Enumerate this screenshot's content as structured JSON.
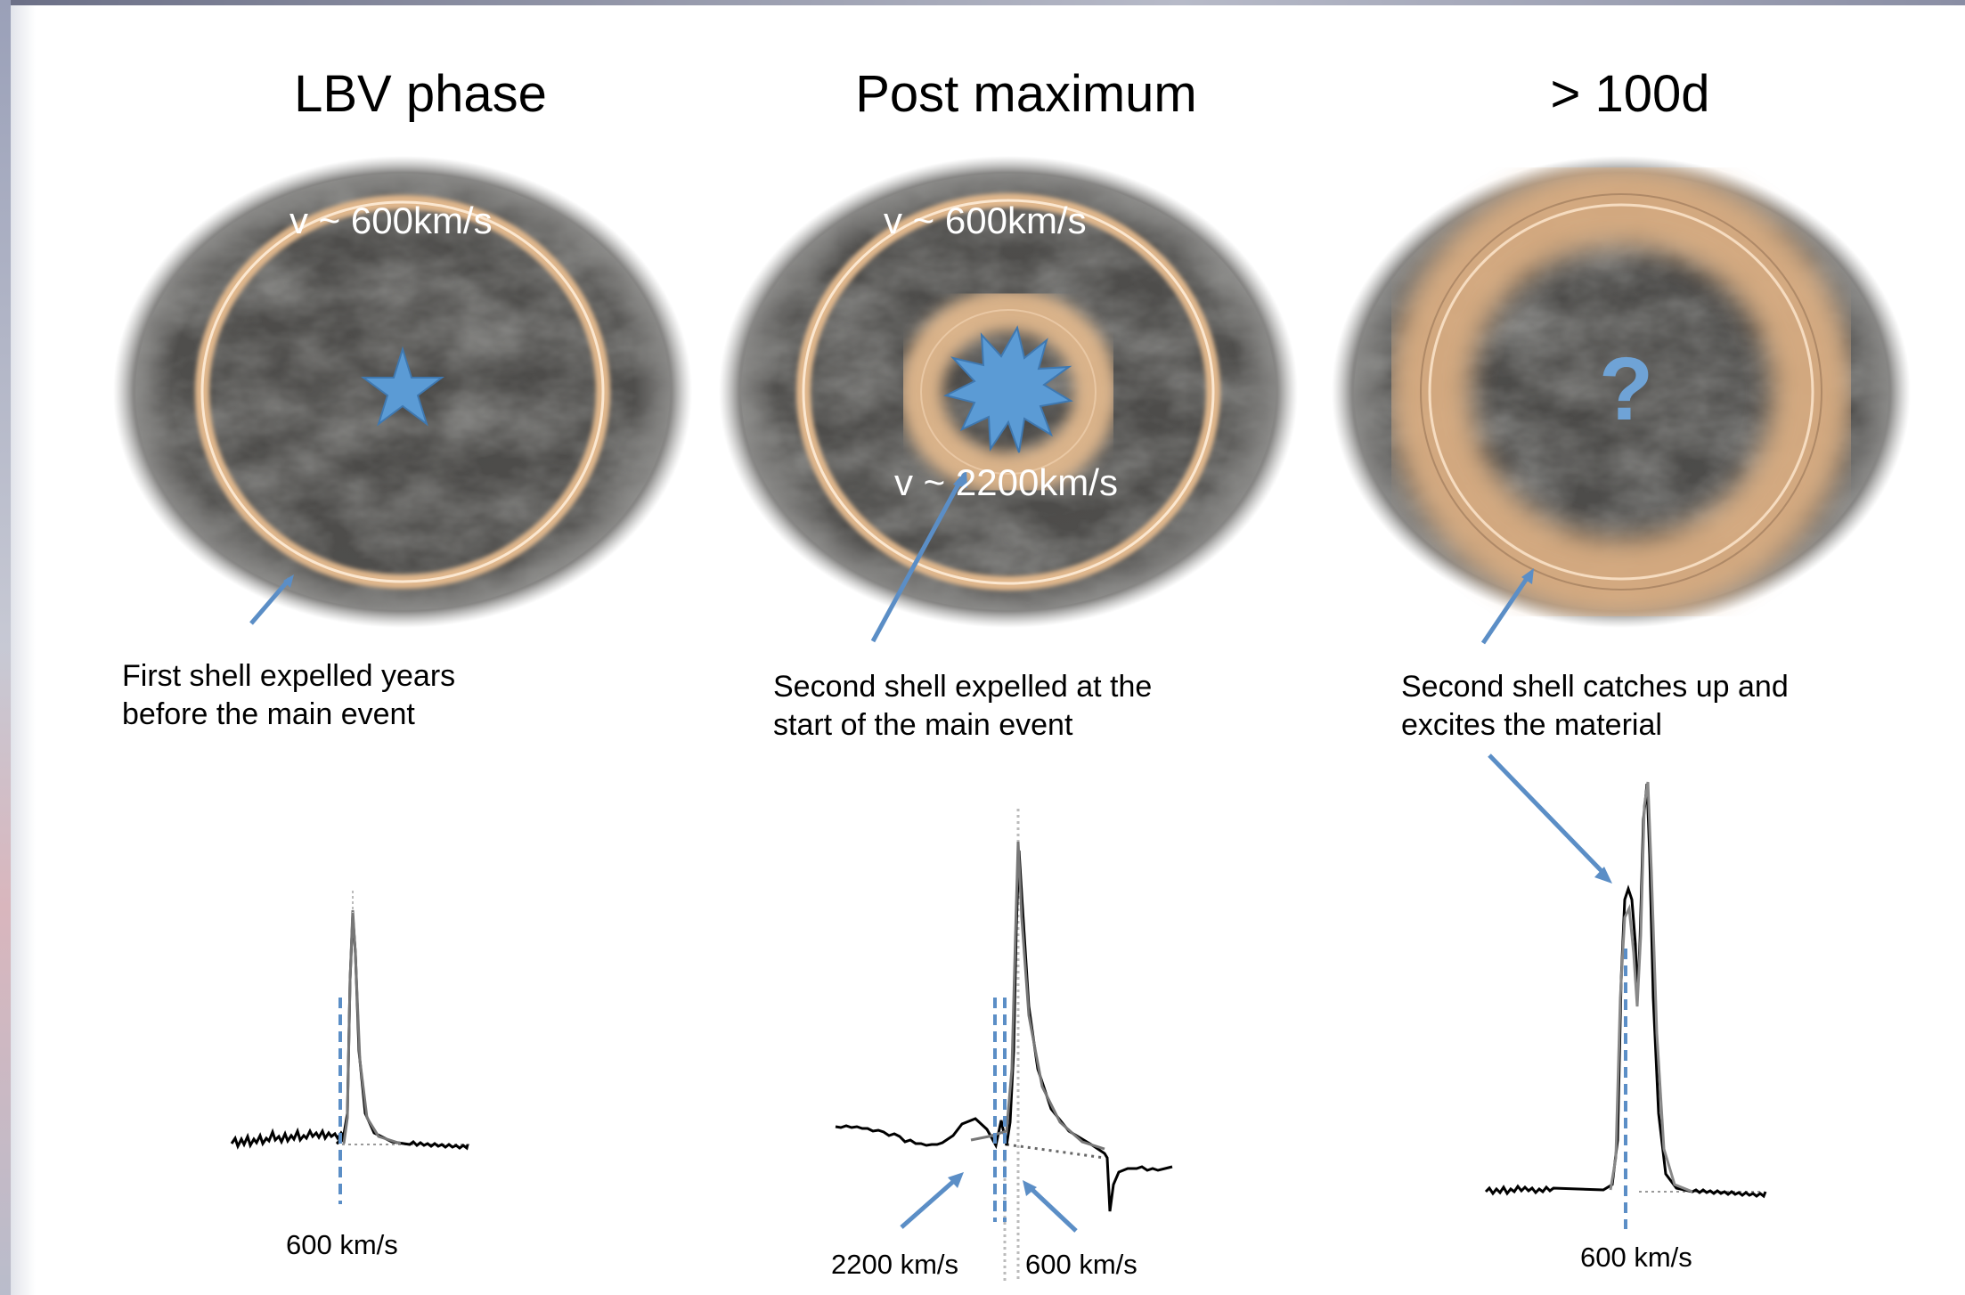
{
  "panels": [
    {
      "title": "LBV phase",
      "velocity_outer": "v ~ 600km/s",
      "caption": [
        "First shell expelled years",
        "before the main event"
      ],
      "spectrum_label": "600 km/s"
    },
    {
      "title": "Post maximum",
      "velocity_outer": "v ~ 600km/s",
      "velocity_inner": "v ~ 2200km/s",
      "caption": [
        "Second shell expelled at the",
        "start of the main event"
      ],
      "spectrum_labels": [
        "2200 km/s",
        "600 km/s"
      ]
    },
    {
      "title": "> 100d",
      "center_symbol": "?",
      "caption": [
        "Second shell catches up and",
        "excites the material"
      ],
      "spectrum_label": "600 km/s"
    }
  ],
  "colors": {
    "shell": "#e0b78c",
    "star": "#5b9bd5",
    "arrow": "#5b8ec6",
    "nebula": "#4e4d4b"
  },
  "icons": [
    "star-icon",
    "burst-icon",
    "question-mark-icon",
    "arrow-icon"
  ]
}
